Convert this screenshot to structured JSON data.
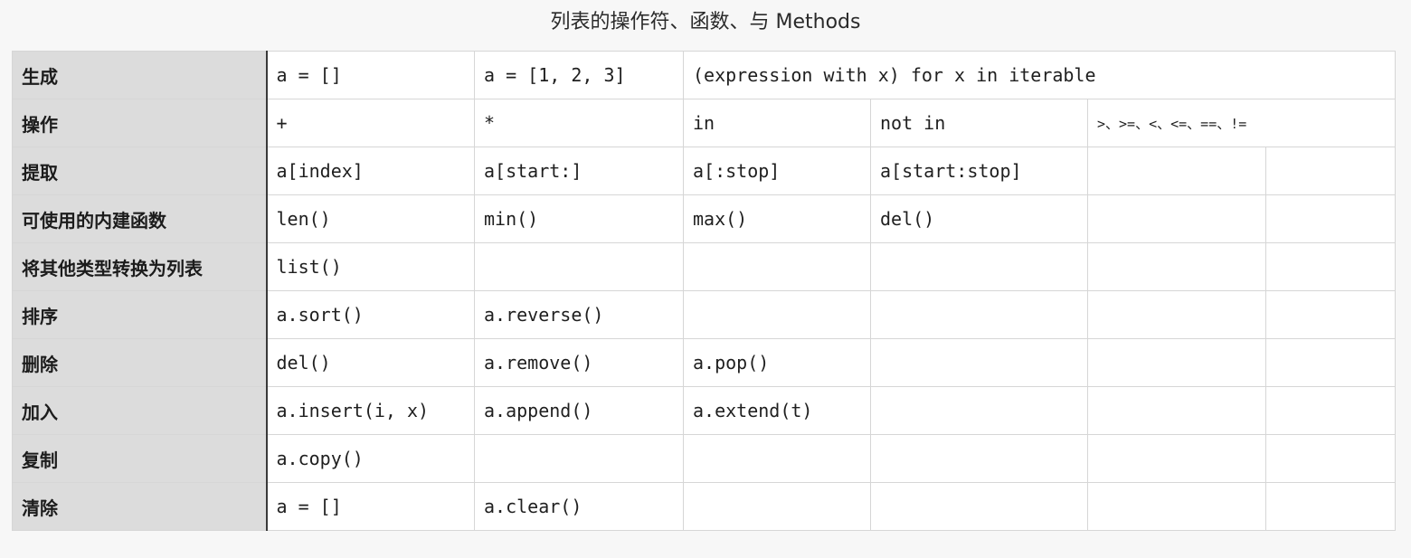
{
  "title": "列表的操作符、函数、与 Methods",
  "rows": [
    {
      "label": "生成",
      "cells": [
        "a = []",
        "a = [1, 2, 3]",
        "(expression with x) for x in iterable"
      ]
    },
    {
      "label": "操作",
      "cells": [
        "+",
        "*",
        "in",
        "not in",
        ">、>=、<、<=、==、!="
      ]
    },
    {
      "label": "提取",
      "cells": [
        "a[index]",
        "a[start:]",
        "a[:stop]",
        "a[start:stop]",
        "",
        ""
      ]
    },
    {
      "label": "可使用的内建函数",
      "cells": [
        "len()",
        "min()",
        "max()",
        "del()",
        "",
        ""
      ]
    },
    {
      "label": "将其他类型转换为列表",
      "cells": [
        "list()",
        "",
        "",
        "",
        "",
        ""
      ]
    },
    {
      "label": "排序",
      "cells": [
        "a.sort()",
        "a.reverse()",
        "",
        "",
        "",
        ""
      ]
    },
    {
      "label": "删除",
      "cells": [
        "del()",
        "a.remove()",
        "a.pop()",
        "",
        "",
        ""
      ]
    },
    {
      "label": "加入",
      "cells": [
        "a.insert(i, x)",
        "a.append()",
        "a.extend(t)",
        "",
        "",
        ""
      ]
    },
    {
      "label": "复制",
      "cells": [
        "a.copy()",
        "",
        "",
        "",
        "",
        ""
      ]
    },
    {
      "label": "清除",
      "cells": [
        "a = []",
        "a.clear()",
        "",
        "",
        "",
        ""
      ]
    }
  ]
}
